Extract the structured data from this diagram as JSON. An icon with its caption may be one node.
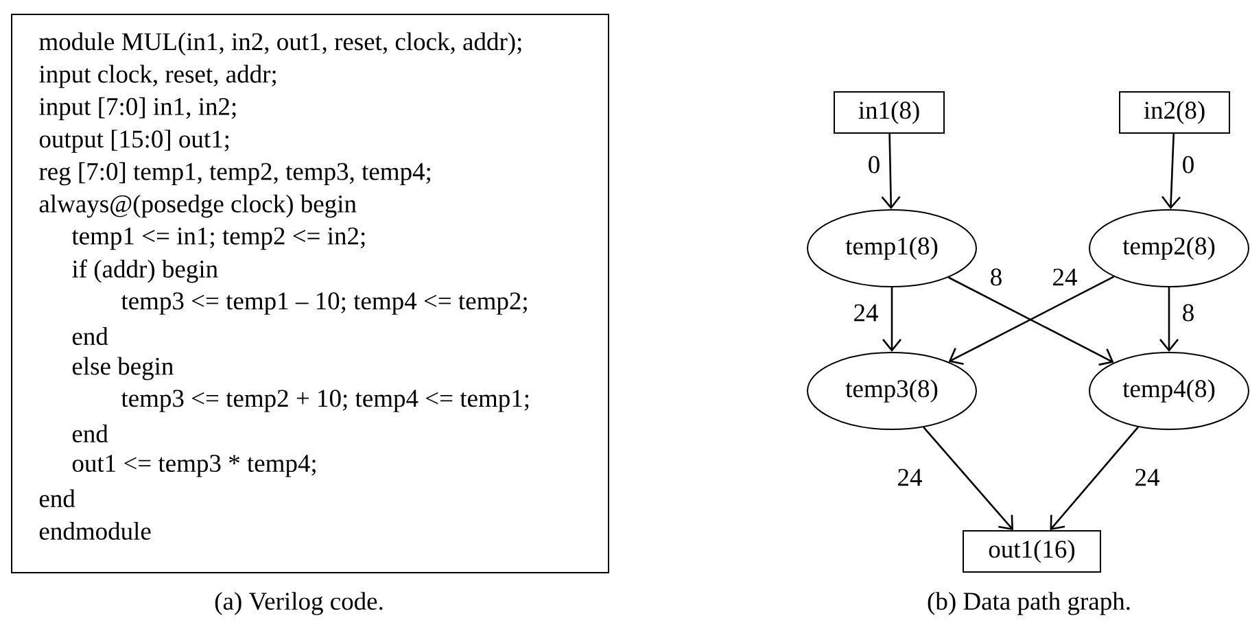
{
  "diagram": {
    "nodes": [
      {
        "text": [
          "module MUL(in1, in2, out1, reset, clock, addr);",
          "input clock, reset, addr;",
          "input [7:0] in1, in2;",
          "output [15:0] out1;",
          "reg [7:0] temp1, temp2, temp3, temp4;",
          "always@(posedge clock) begin",
          "temp1 <= in1; temp2 <= in2;",
          "if (addr) begin",
          "temp3 <= temp1 – 10; temp4 <= temp2;",
          "end",
          "else begin",
          "temp3 <= temp2 + 10; temp4 <= temp1;",
          "end",
          "out1 <= temp3 * temp4;",
          "end",
          "endmodule"
        ]
      },
      {
        "text": [
          "in1(8)"
        ]
      },
      {
        "text": [
          "in2(8)"
        ]
      },
      {
        "text": [
          "temp1(8)"
        ]
      },
      {
        "text": [
          "temp2(8)"
        ]
      },
      {
        "text": [
          "temp3(8)"
        ]
      },
      {
        "text": [
          "temp4(8)"
        ]
      },
      {
        "text": [
          "out1(16)"
        ]
      }
    ],
    "edges": [
      {
        "from": 1,
        "to": 3,
        "arrow": "to",
        "label": "0"
      },
      {
        "from": 2,
        "to": 4,
        "arrow": "to",
        "label": "0"
      },
      {
        "from": 3,
        "to": 5,
        "arrow": "to",
        "label": "24"
      },
      {
        "from": 3,
        "to": 6,
        "arrow": "to",
        "label": "8"
      },
      {
        "from": 4,
        "to": 5,
        "arrow": "to",
        "label": "24"
      },
      {
        "from": 4,
        "to": 6,
        "arrow": "to",
        "label": "8"
      },
      {
        "from": 5,
        "to": 7,
        "arrow": "to",
        "label": "24"
      },
      {
        "from": 6,
        "to": 7,
        "arrow": "to",
        "label": "24"
      }
    ],
    "labels": [
      "(a) Verilog code.",
      "(b) Data path graph."
    ]
  }
}
